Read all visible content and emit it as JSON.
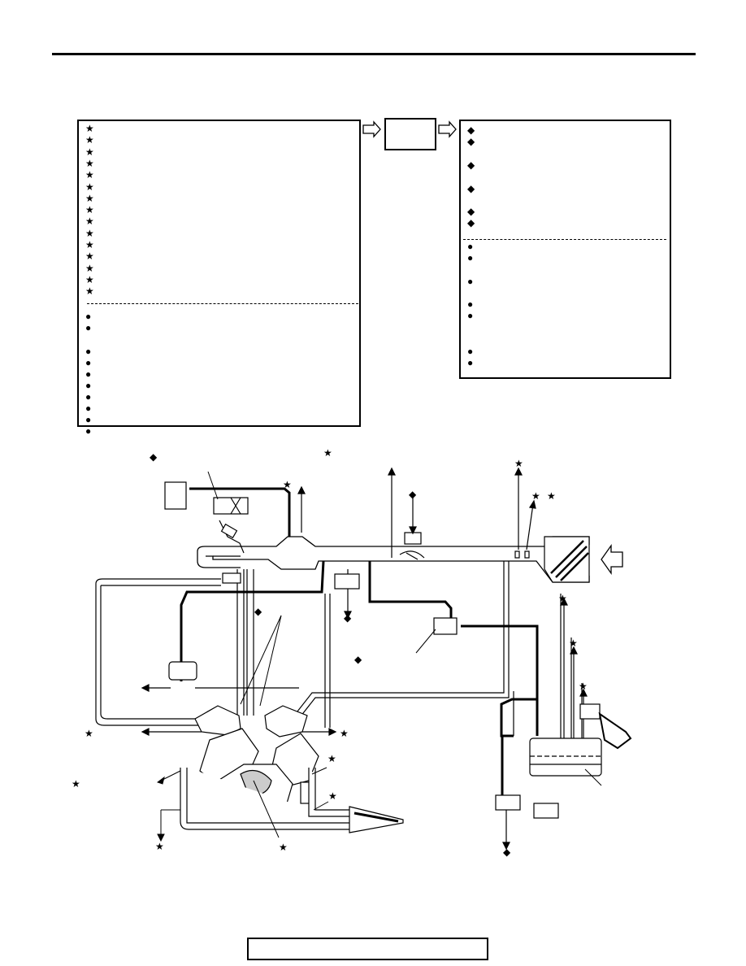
{
  "legend_symbols": {
    "sensor": "★",
    "actuator": "◆",
    "switch_or_signal": "●"
  },
  "input_panel": {
    "sensor_rows": 15,
    "signal_rows": 10
  },
  "output_panel": {
    "actuator_rows": 6,
    "signal_rows": 7
  }
}
